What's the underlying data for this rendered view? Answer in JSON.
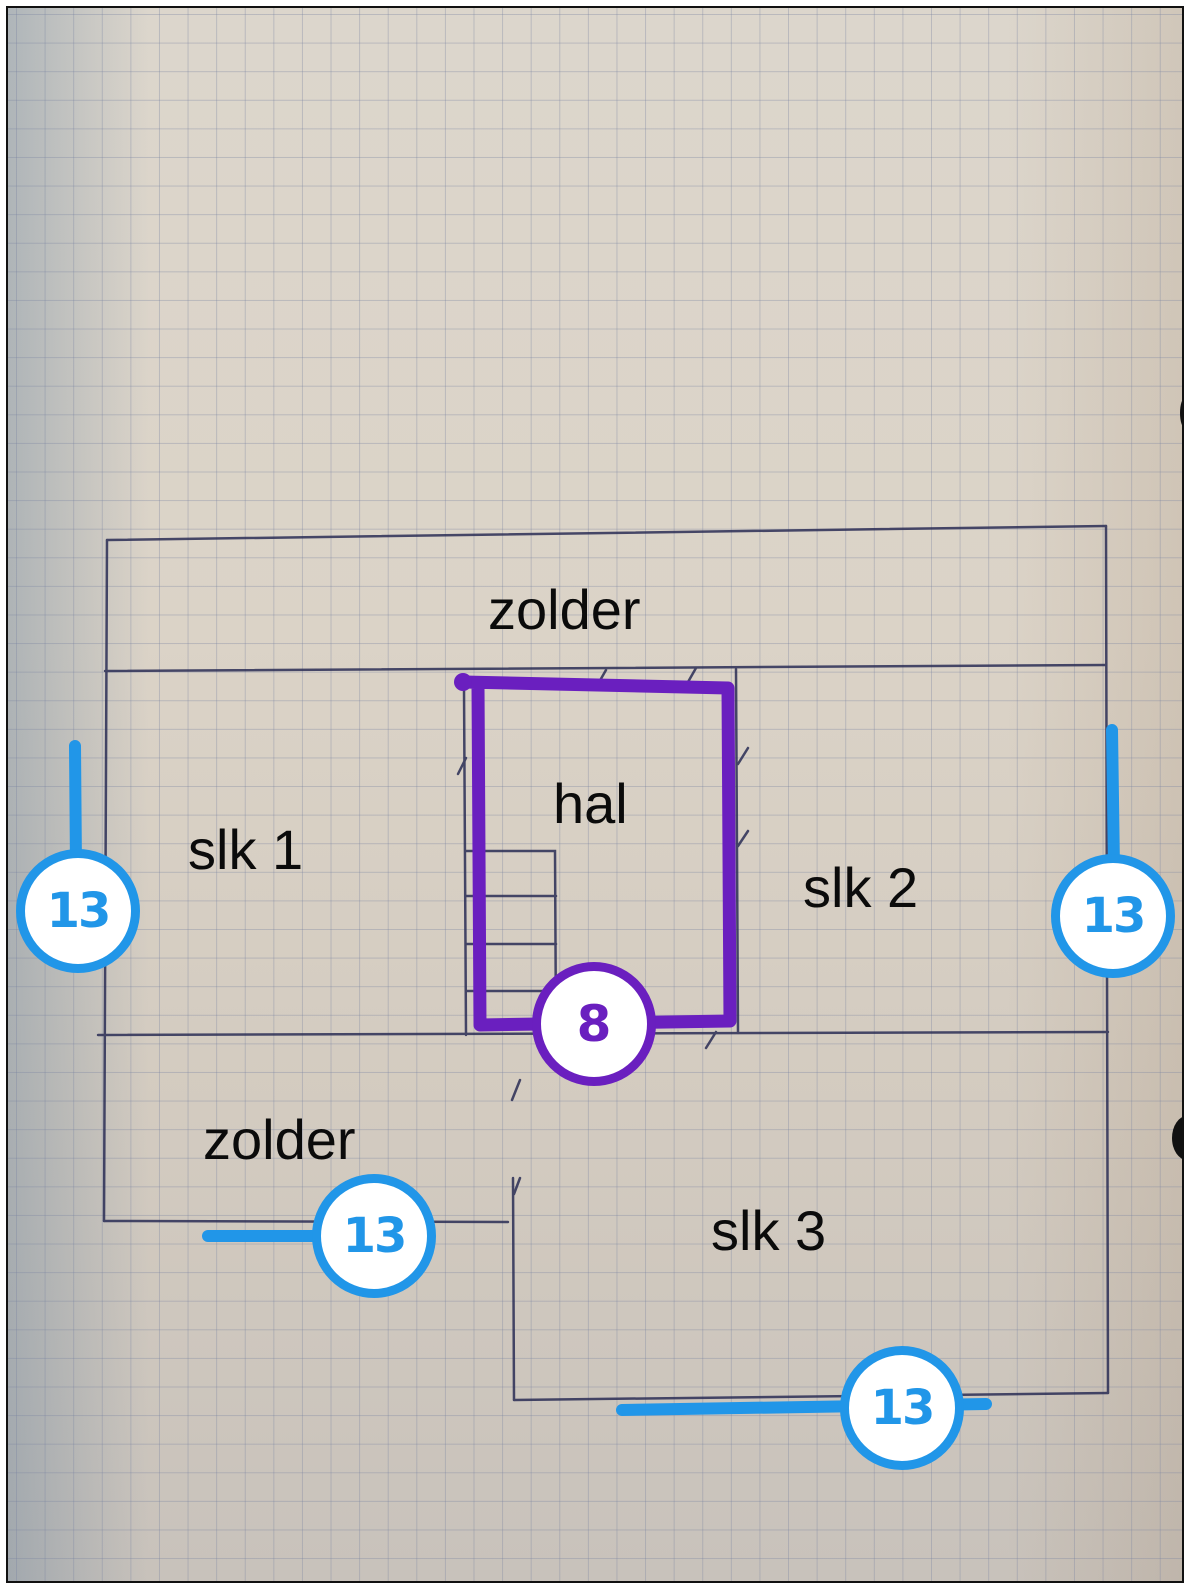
{
  "rooms": {
    "zolder_top": "zolder",
    "hal": "hal",
    "slk1": "slk 1",
    "slk2": "slk 2",
    "zolder_bottom": "zolder",
    "slk3": "slk 3"
  },
  "badges": {
    "left": "13",
    "right": "13",
    "bottom_left": "13",
    "bottom": "13",
    "hal": "8"
  },
  "colors": {
    "badge_blue": "#2196e8",
    "badge_purple": "#6a1fbf",
    "pencil": "#2a2d55"
  }
}
